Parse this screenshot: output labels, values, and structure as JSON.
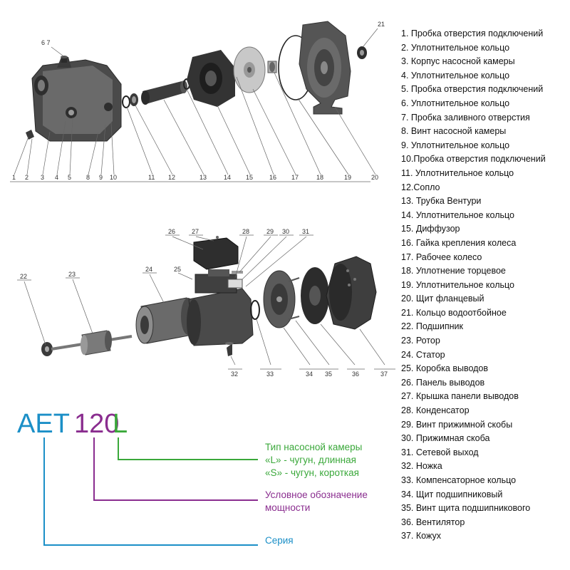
{
  "colors": {
    "series": "#1b8fc7",
    "power": "#8a2d8f",
    "chamber": "#3aa83a",
    "part_dark": "#3a3a3a",
    "part_mid": "#6e6e6e",
    "part_light": "#b8b8b8"
  },
  "callouts": {
    "top": [
      "1",
      "2",
      "3",
      "4",
      "5",
      "6 7",
      "8",
      "9",
      "10",
      "11",
      "12",
      "13",
      "14",
      "15",
      "16",
      "17",
      "18",
      "19",
      "20",
      "21"
    ],
    "bottom": [
      "22",
      "23",
      "24",
      "25",
      "26",
      "27",
      "28",
      "29",
      "30",
      "31",
      "32",
      "33",
      "34",
      "35",
      "36",
      "37"
    ]
  },
  "parts": [
    "1. Пробка отверстия подключений",
    "2. Уплотнительное кольцо",
    "3. Корпус насосной камеры",
    "4. Уплотнительное кольцо",
    "5. Пробка отверстия подключений",
    "6. Уплотнительное кольцо",
    "7. Пробка заливного отверстия",
    "8. Винт насосной камеры",
    "9. Уплотнительное кольцо",
    "10.Пробка отверстия подключений",
    "11. Уплотнительное кольцо",
    "12.Сопло",
    "13. Трубка Вентури",
    "14. Уплотнительное кольцо",
    "15. Диффузор",
    "16. Гайка крепления колеса",
    "17. Рабочее колесо",
    "18. Уплотнение торцевое",
    "19. Уплотнительное кольцо",
    "20. Щит фланцевый",
    "21. Кольцо водоотбойное",
    "22. Подшипник",
    "23. Ротор",
    "24. Статор",
    "25. Коробка выводов",
    "26. Панель выводов",
    "27. Крышка панели выводов",
    "28. Конденсатор",
    "29. Винт прижимной скобы",
    "30. Прижимная скоба",
    "31. Сетевой выход",
    "32. Ножка",
    "33. Компенсаторное кольцо",
    "34. Щит подшипниковый",
    "35. Винт щита подшипникового",
    "36. Вентилятор",
    "37. Кожух"
  ],
  "model": {
    "series_code": "AET",
    "power_code": "120",
    "chamber_code": "L"
  },
  "explanation": {
    "chamber_type": [
      "Тип насосной камеры",
      "«L» - чугун, длинная",
      "«S» - чугун, короткая"
    ],
    "power": [
      "Условное обозначение",
      "мощности"
    ],
    "series": "Серия"
  }
}
